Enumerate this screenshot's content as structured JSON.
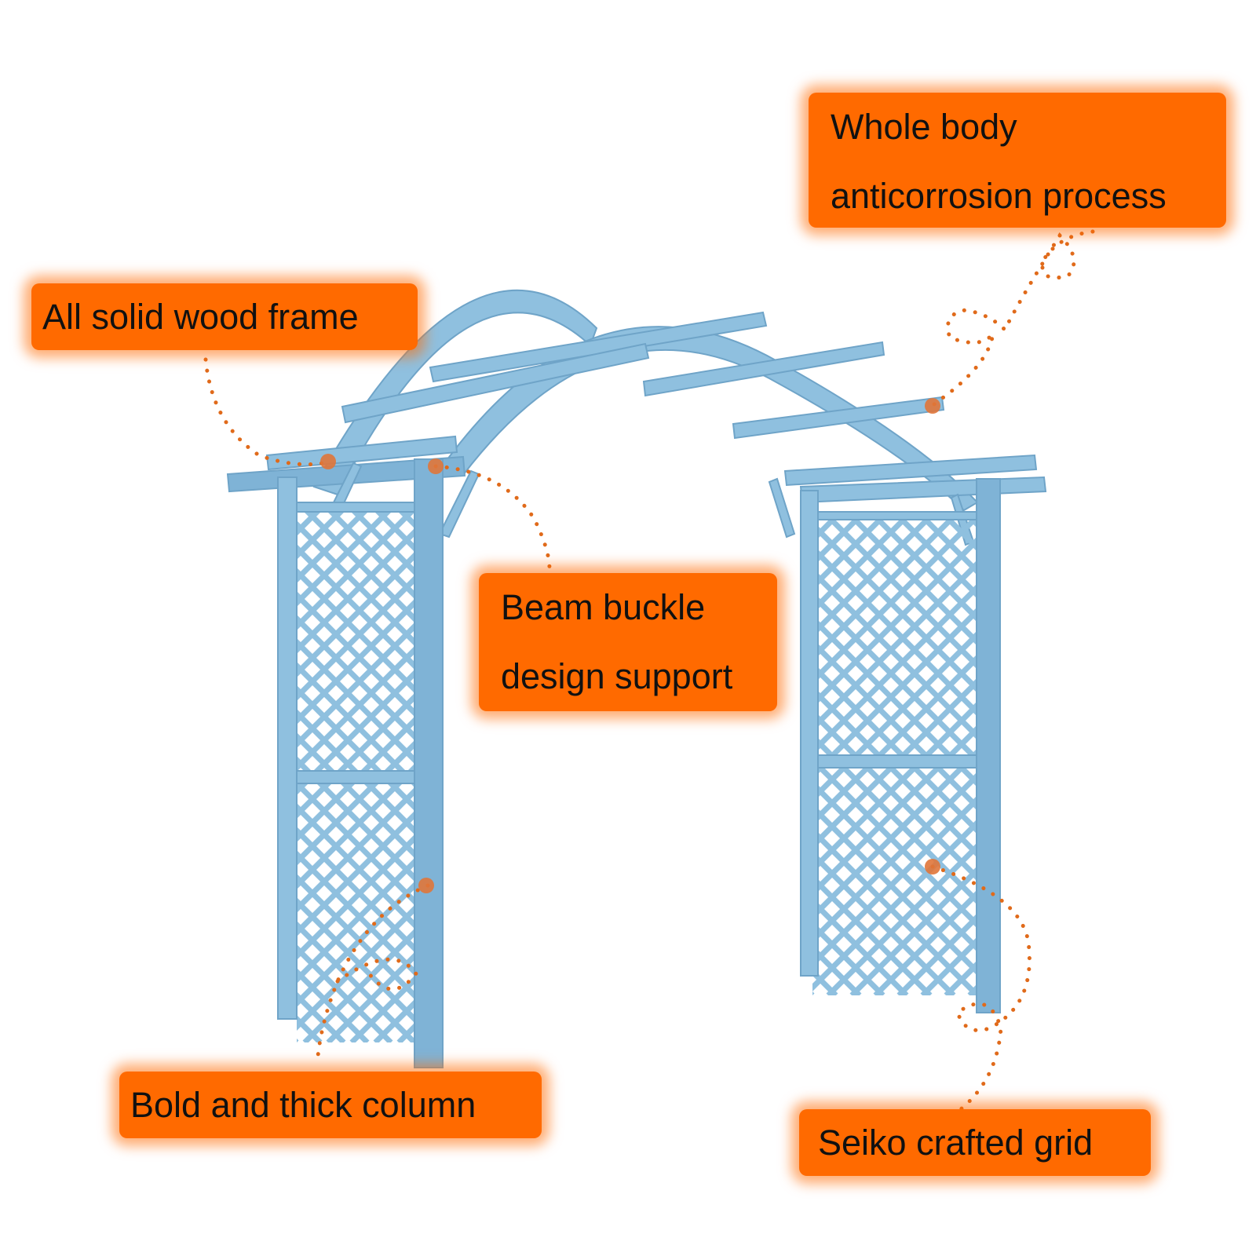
{
  "callouts": {
    "frame": "All solid wood frame",
    "body_line1": "Whole body",
    "body_line2": "anticorrosion process",
    "beam_line1": "Beam buckle",
    "beam_line2": "design support",
    "column": "Bold and thick column",
    "grid": "Seiko crafted grid"
  },
  "colors": {
    "callout_bg": "#ff6a00",
    "wood": "#8fc0df",
    "dotted_leader": "#e06a1a"
  }
}
